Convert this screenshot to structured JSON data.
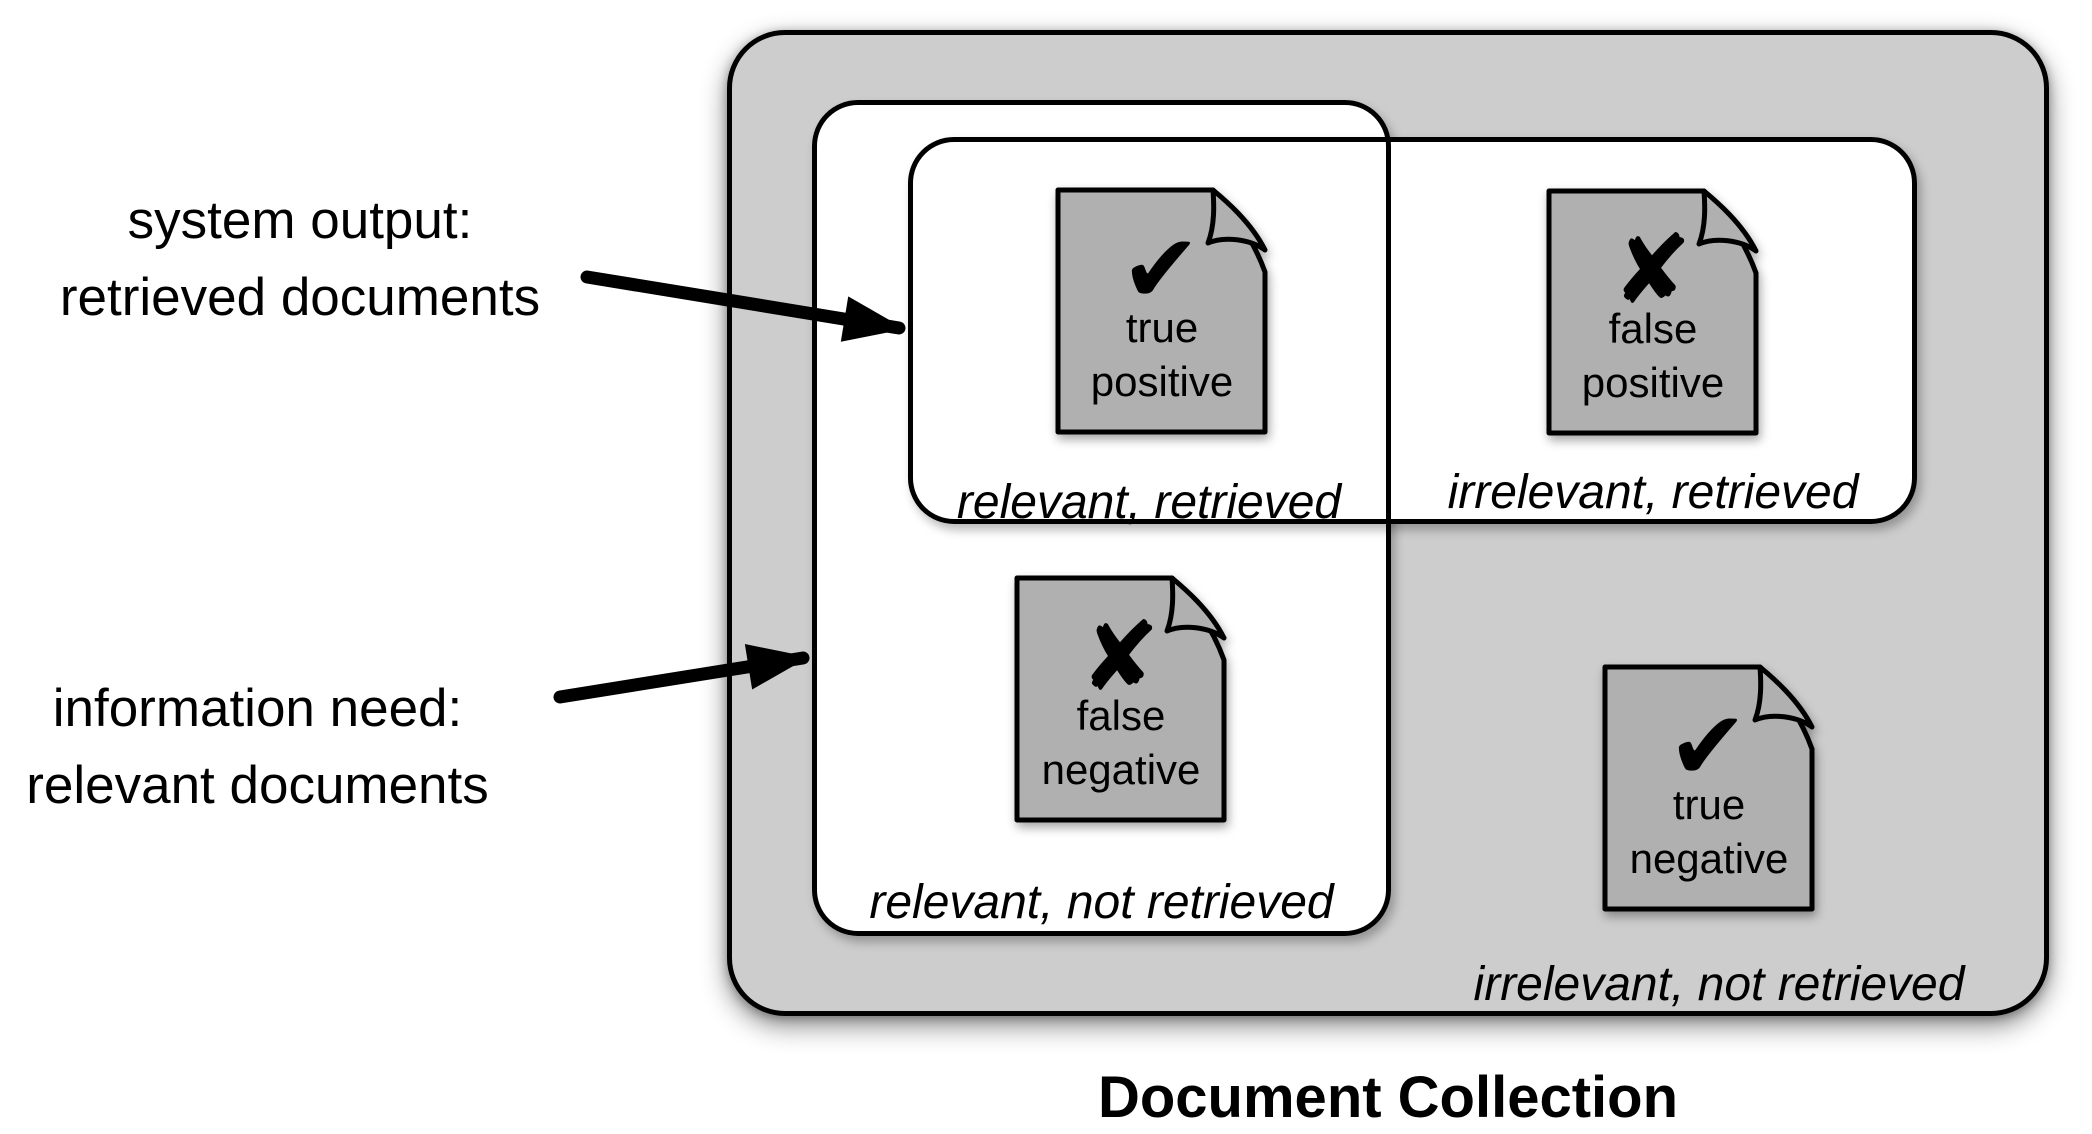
{
  "colors": {
    "collection_bg": "#cdcdcd",
    "doc_fill": "#b0b0b0",
    "box_bg": "#ffffff",
    "outline": "#000000",
    "text": "#000000"
  },
  "annotations": {
    "system_output": {
      "line1": "system output:",
      "line2": "retrieved documents"
    },
    "information_need": {
      "line1": "information need:",
      "line2": "relevant documents"
    }
  },
  "collection": {
    "title": "Document Collection",
    "quadrants": {
      "relevant_retrieved": "relevant, retrieved",
      "irrelevant_retrieved": "irrelevant, retrieved",
      "relevant_not_retrieved": "relevant, not retrieved",
      "irrelevant_not_retrieved": "irrelevant, not retrieved"
    }
  },
  "documents": {
    "true_positive": {
      "mark": "✔",
      "mark_name": "check-mark",
      "line1": "true",
      "line2": "positive"
    },
    "false_positive": {
      "mark": "✘",
      "mark_name": "cross-mark",
      "line1": "false",
      "line2": "positive"
    },
    "false_negative": {
      "mark": "✘",
      "mark_name": "cross-mark",
      "line1": "false",
      "line2": "negative"
    },
    "true_negative": {
      "mark": "✔",
      "mark_name": "check-mark",
      "line1": "true",
      "line2": "negative"
    }
  }
}
